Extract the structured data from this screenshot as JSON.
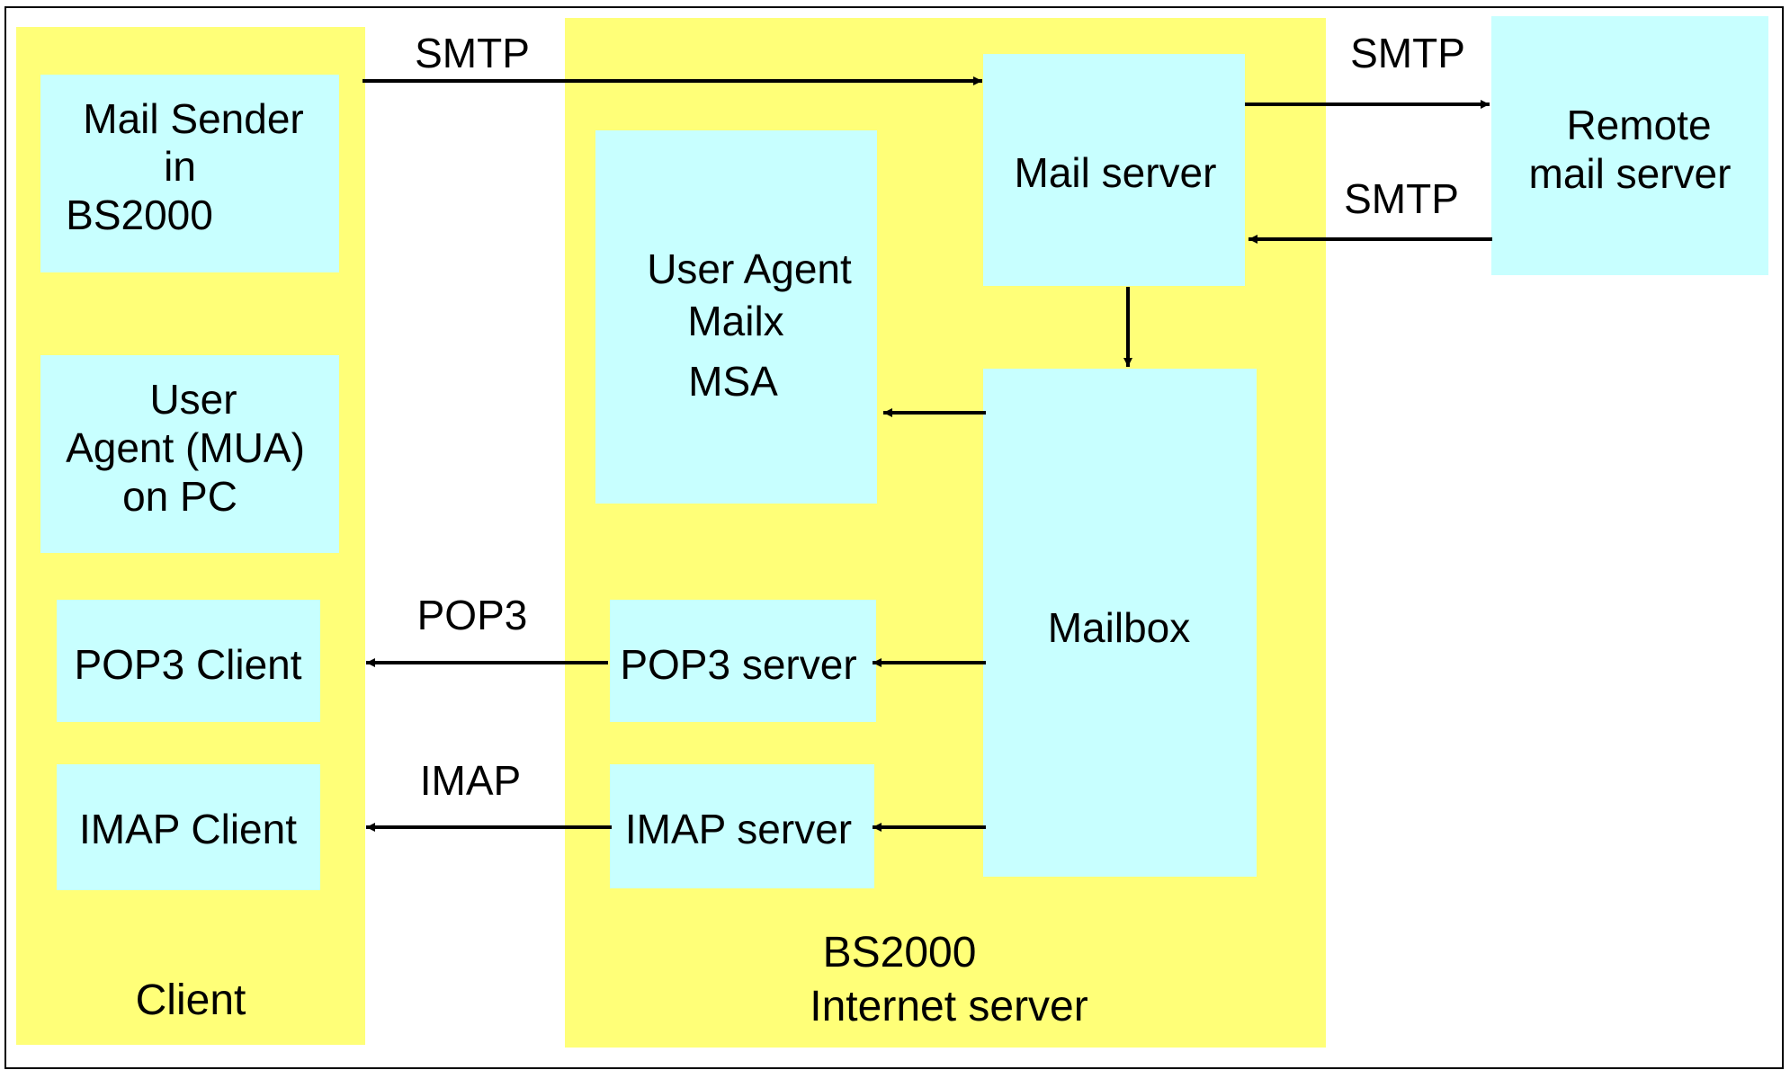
{
  "colors": {
    "zone_fill": "#ffff78",
    "box_fill": "#c8ffff",
    "line": "#000000",
    "frame": "#000000",
    "background": "#ffffff"
  },
  "zones": {
    "client": {
      "label": "Client"
    },
    "internet_server": {
      "label_line1": "BS2000",
      "label_line2": "Internet server"
    }
  },
  "boxes": {
    "mail_sender": {
      "line1": "Mail Sender",
      "line2": "in",
      "line3": "BS2000"
    },
    "user_agent_pc": {
      "line1": "User",
      "line2": "Agent (MUA)",
      "line3": "on PC"
    },
    "pop3_client": {
      "label": "POP3 Client"
    },
    "imap_client": {
      "label": "IMAP Client"
    },
    "user_agent_mailx": {
      "line1": "User Agent",
      "line2": "Mailx",
      "line3": "MSA"
    },
    "mail_server": {
      "label": "Mail server"
    },
    "mailbox": {
      "label": "Mailbox"
    },
    "pop3_server": {
      "label": "POP3 server"
    },
    "imap_server": {
      "label": "IMAP server"
    },
    "remote_mail_server": {
      "line1": "Remote",
      "line2": "mail server"
    }
  },
  "edges": {
    "smtp_client_to_mail_server": "SMTP",
    "smtp_mail_server_to_remote": "SMTP",
    "smtp_remote_to_mail_server": "SMTP",
    "pop3_server_to_client": "POP3",
    "imap_server_to_client": "IMAP"
  }
}
